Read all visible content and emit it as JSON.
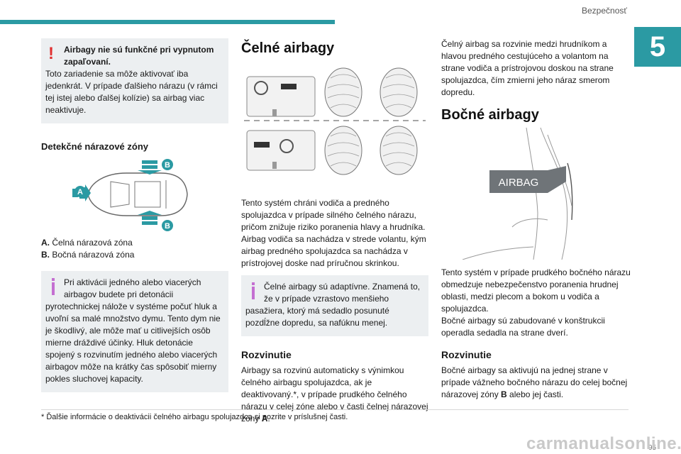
{
  "header": {
    "title": "Bezpečnosť",
    "chapter": "5",
    "page": "95"
  },
  "col1": {
    "warning": {
      "title": "Airbagy nie sú funkčné pri vypnutom zapaľovaní.",
      "text": "Toto zariadenie sa môže aktivovať iba jedenkrát. V prípade ďalšieho nárazu (v rámci tej istej alebo ďalšej kolízie) sa airbag viac neaktivuje."
    },
    "zones_heading": "Detekčné nárazové zóny",
    "zone_a": {
      "key": "A.",
      "text": "Čelná nárazová zóna"
    },
    "zone_b": {
      "key": "B.",
      "text": "Bočná nárazová zóna"
    },
    "diagram_labels": {
      "a": "A",
      "b": "B"
    },
    "info": {
      "lead": "Pri aktivácii jedného alebo viacerých airbagov budete pri detonácii",
      "text": "pyrotechnickej nálože v systéme počuť hluk a uvoľní sa malé množstvo dymu. Tento dym nie je škodlivý, ale môže mať u citlivejších osôb mierne dráždivé účinky. Hluk detonácie spojený s rozvinutím jedného alebo viacerých airbagov môže na krátky čas spôsobiť mierny pokles sluchovej kapacity."
    }
  },
  "col2": {
    "heading": "Čelné airbagy",
    "para": "Tento systém chráni vodiča a predného spolujazdca v prípade silného čelného nárazu, pričom znižuje riziko poranenia hlavy a hrudníka. Airbag vodiča sa nachádza v strede volantu, kým airbag predného spolujazdca sa nachádza v prístrojovej doske nad príručnou skrinkou.",
    "info": {
      "lead": "Čelné airbagy sú adaptívne.  Znamená to, že v prípade vzrastovo menšieho",
      "text": "pasažiera, ktorý má sedadlo posunuté pozdĺžne dopredu, sa nafúknu menej."
    },
    "deploy_heading": "Rozvinutie",
    "deploy_text": "Airbagy sa rozvinú automaticky s výnimkou čelného airbagu spolujazdca, ak je deaktivovaný.*, v prípade prudkého čelného nárazu v celej zóne alebo v časti čelnej nárazovej zóny ",
    "deploy_zone": "A",
    "deploy_end": "."
  },
  "col3": {
    "top_para": "Čelný airbag sa rozvinie medzi hrudníkom a hlavou predného cestujúceho a volantom na strane vodiča a prístrojovou doskou na strane spolujazdca, čím zmierni jeho náraz smerom dopredu.",
    "heading": "Bočné airbagy",
    "airbag_label": "AIRBAG",
    "para": "Tento systém v prípade prudkého bočného nárazu obmedzuje nebezpečenstvo poranenia hrudnej oblasti, medzi plecom a bokom u vodiča a spolujazdca.",
    "para2": "Bočné airbagy sú zabudované v konštrukcii operadla sedadla na strane dverí.",
    "deploy_heading": "Rozvinutie",
    "deploy_text": "Bočné airbagy sa aktivujú na jednej strane v prípade vážneho bočného nárazu do celej bočnej nárazovej zóny ",
    "deploy_zone": "B",
    "deploy_end": " alebo jej časti."
  },
  "footnote": "* Ďalšie informácie o deaktivácii čelného airbagu spolujazdca si pozrite v príslušnej časti.",
  "watermark": "carmanualsonline.info",
  "colors": {
    "accent": "#2b9aa3",
    "warning": "#e03030",
    "info": "#c46fd1",
    "box_bg": "#eceff1"
  }
}
